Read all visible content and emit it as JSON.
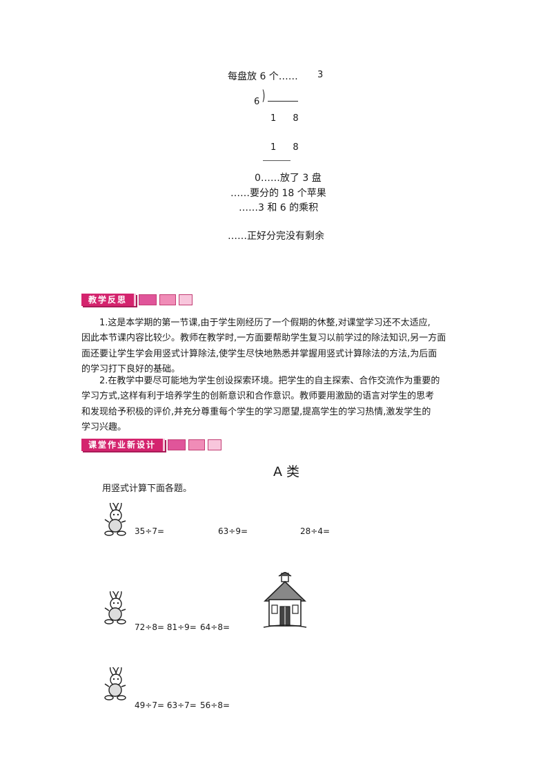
{
  "division_example": {
    "plate_note": "每盘放 6 个……",
    "quotient": "3",
    "divisor": "6",
    "bracket": ")",
    "product_line": "1 8",
    "dividend_line": "1 8",
    "remainder_note": "0……放了 3 盘",
    "note_apples": "……要分的 18 个苹果",
    "note_product": "……3 和 6 的乘积",
    "note_nothing_left": "……正好分完没有剩余"
  },
  "reflection": {
    "label": "教学反思",
    "paragraph1_lines": [
      "1.这是本学期的第一节课,由于学生刚经历了一个假期的休整,对课堂学习还不太适应,",
      "因此本节课内容比较少。教师在教学时,一方面要帮助学生复习以前学过的除法知识,另一方面",
      "面还要让学生学会用竖式计算除法,使学生尽快地熟悉并掌握用竖式计算除法的方法,为后面",
      "的学习打下良好的基础。"
    ],
    "paragraph2_lines": [
      "2.在教学中要尽可能地为学生创设探索环境。把学生的自主探索、合作交流作为重要的",
      "学习方式,这样有利于培养学生的创新意识和合作意识。教师要用激励的语言对学生的思考",
      "和发现给予积极的评价,并充分尊重每个学生的学习愿望,提高学生的学习热情,激发学生的",
      "学习兴趣。"
    ]
  },
  "homework": {
    "label": "课堂作业新设计",
    "section_title": "A 类",
    "instruction": "用竖式计算下面各题。",
    "row1": [
      "35÷7=",
      "63÷9=",
      "28÷4="
    ],
    "row2": [
      "72÷8= 81÷9=",
      "64÷8="
    ],
    "row3": [
      "49÷7= 63÷7=",
      "56÷8="
    ]
  },
  "colors": {
    "badge_pink": "#d4246e",
    "square_dark": "#e0559a",
    "square_mid": "#f08cb7",
    "square_light": "#f8c6dc"
  },
  "icons": [
    "rabbit-icon",
    "schoolhouse-icon"
  ]
}
